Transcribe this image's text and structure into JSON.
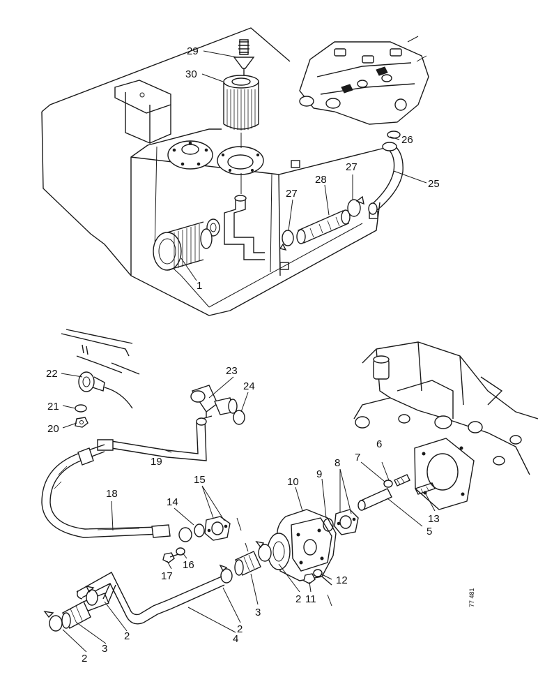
{
  "callouts": {
    "c1": "1",
    "c2a": "2",
    "c2b": "2",
    "c2c": "2",
    "c2d": "2",
    "c3a": "3",
    "c3b": "3",
    "c4": "4",
    "c5": "5",
    "c6": "6",
    "c7": "7",
    "c8": "8",
    "c9": "9",
    "c10": "10",
    "c11": "11",
    "c12": "12",
    "c13": "13",
    "c14": "14",
    "c15": "15",
    "c16": "16",
    "c17": "17",
    "c18": "18",
    "c19": "19",
    "c20": "20",
    "c21": "21",
    "c22": "22",
    "c23": "23",
    "c24": "24",
    "c25": "25",
    "c26": "26",
    "c27a": "27",
    "c27b": "27",
    "c28": "28",
    "c29": "29",
    "c30": "30"
  },
  "drawing_ref": "77 481"
}
